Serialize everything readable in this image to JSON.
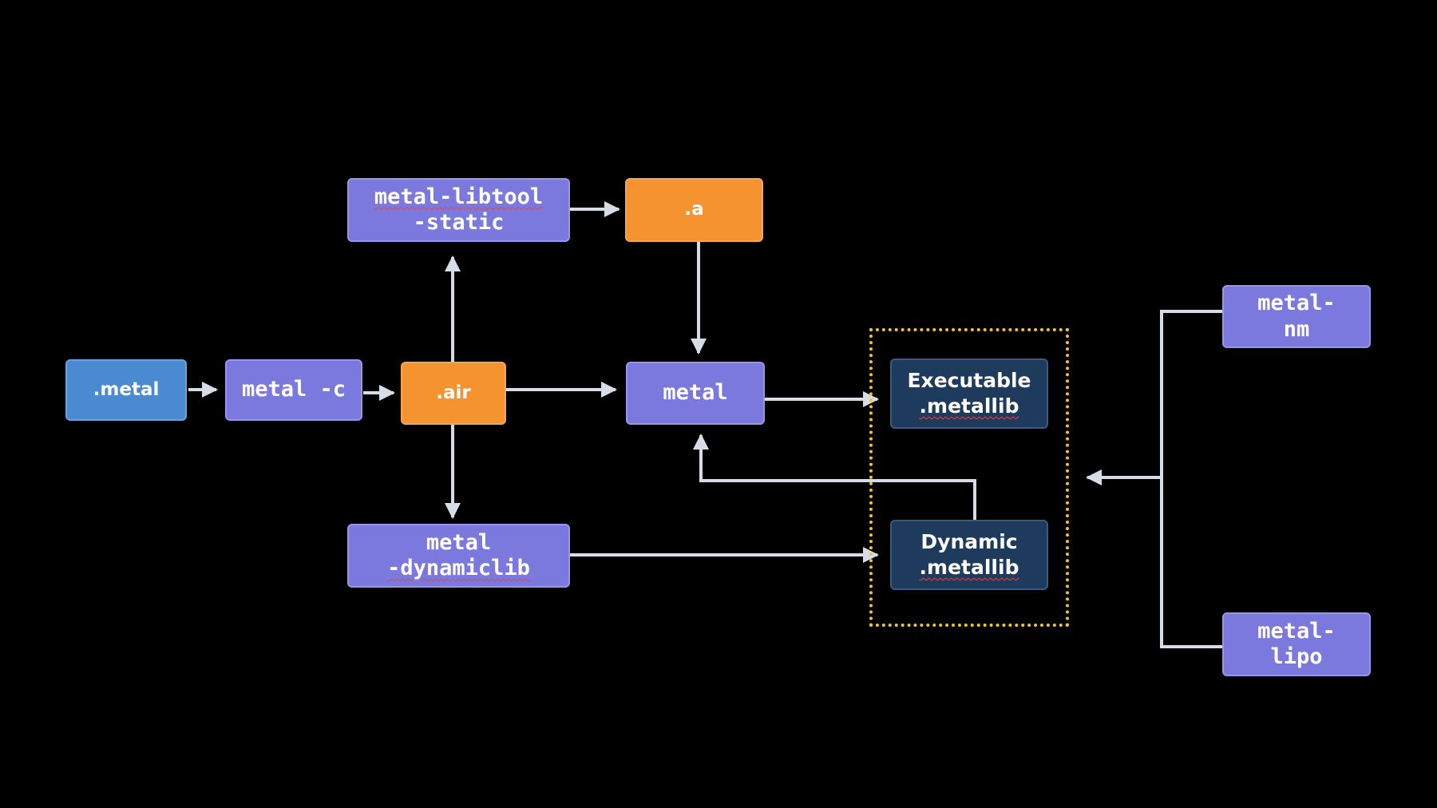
{
  "nodes": {
    "metal_src": {
      "label": ".metal"
    },
    "metal_c": {
      "label": "metal -c"
    },
    "air": {
      "label": ".air"
    },
    "libtool": {
      "line1": "metal-libtool",
      "line2": "-static"
    },
    "static_a": {
      "label": ".a"
    },
    "metal_link": {
      "label": "metal"
    },
    "dynamiclib": {
      "line1": "metal",
      "line2": "-dynamiclib"
    },
    "exec_lib": {
      "line1": "Executable",
      "line2": ".metallib"
    },
    "dyn_lib": {
      "line1": "Dynamic",
      "line2": ".metallib"
    },
    "metal_nm": {
      "line1": "metal-",
      "line2": "nm"
    },
    "metal_lipo": {
      "line1": "metal-",
      "line2": "lipo"
    }
  },
  "colors": {
    "tool": "#7b79dd",
    "intermediate": "#f59331",
    "source": "#4a8ad0",
    "library": "#1e3a5d",
    "arrow": "#d6dde6",
    "highlight_border": "#f4c525",
    "background": "#000000"
  }
}
